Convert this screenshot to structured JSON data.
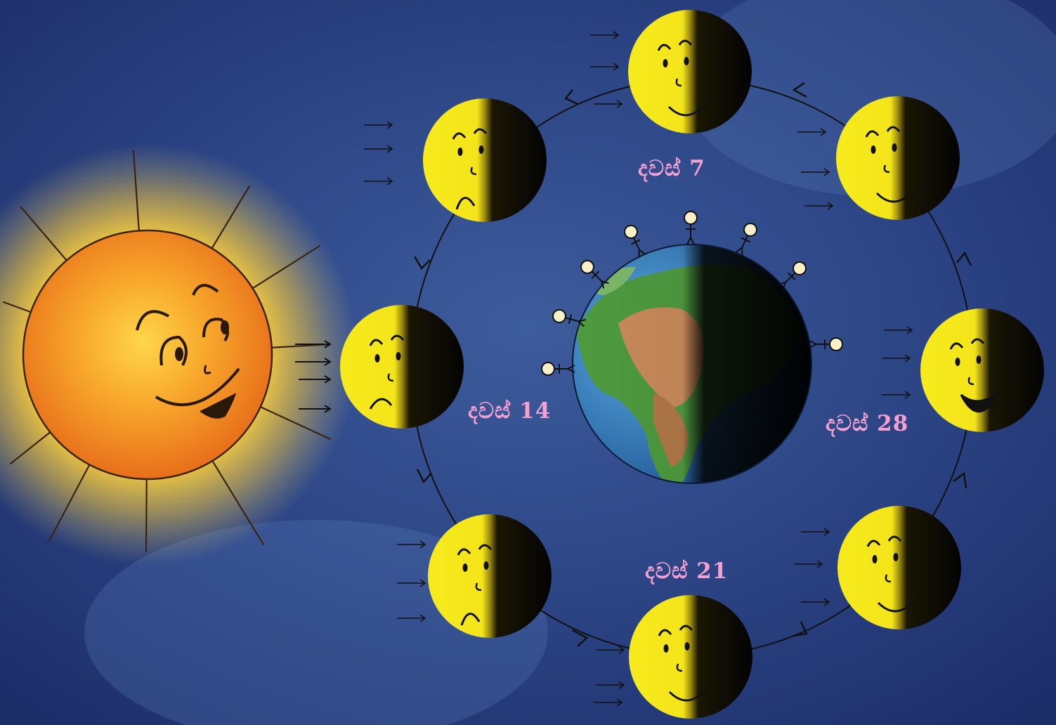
{
  "colors": {
    "sky_dark": "#1c2f6a",
    "sky_light": "#4a6da8",
    "sun_core": "#f7a42a",
    "sun_edge": "#e8731c",
    "sun_glow": "#ffd23a",
    "moon_lit": "#f7e81a",
    "moon_dark": "#050505",
    "label_pink": "#f4a0d0",
    "earth_ocean": "#3f8fcf",
    "earth_land": "#4f9a45",
    "earth_desert": "#c98a5a"
  },
  "icons": [
    "sun-face-icon",
    "earth-icon",
    "stick-figure-icon",
    "moon-face-icon",
    "arrow-icon"
  ],
  "labels": {
    "day_7": "දවස් 7",
    "day_14": "දවස් 14",
    "day_21": "දවස් 21",
    "day_28": "දවස් 28"
  },
  "moons": [
    {
      "name": "moon-top",
      "mood": "smile"
    },
    {
      "name": "moon-top-right",
      "mood": "smile"
    },
    {
      "name": "moon-right",
      "mood": "laugh"
    },
    {
      "name": "moon-bottom-right",
      "mood": "smile"
    },
    {
      "name": "moon-bottom",
      "mood": "smile"
    },
    {
      "name": "moon-bottom-left",
      "mood": "sad"
    },
    {
      "name": "moon-left",
      "mood": "cry"
    },
    {
      "name": "moon-top-left",
      "mood": "sad"
    }
  ]
}
